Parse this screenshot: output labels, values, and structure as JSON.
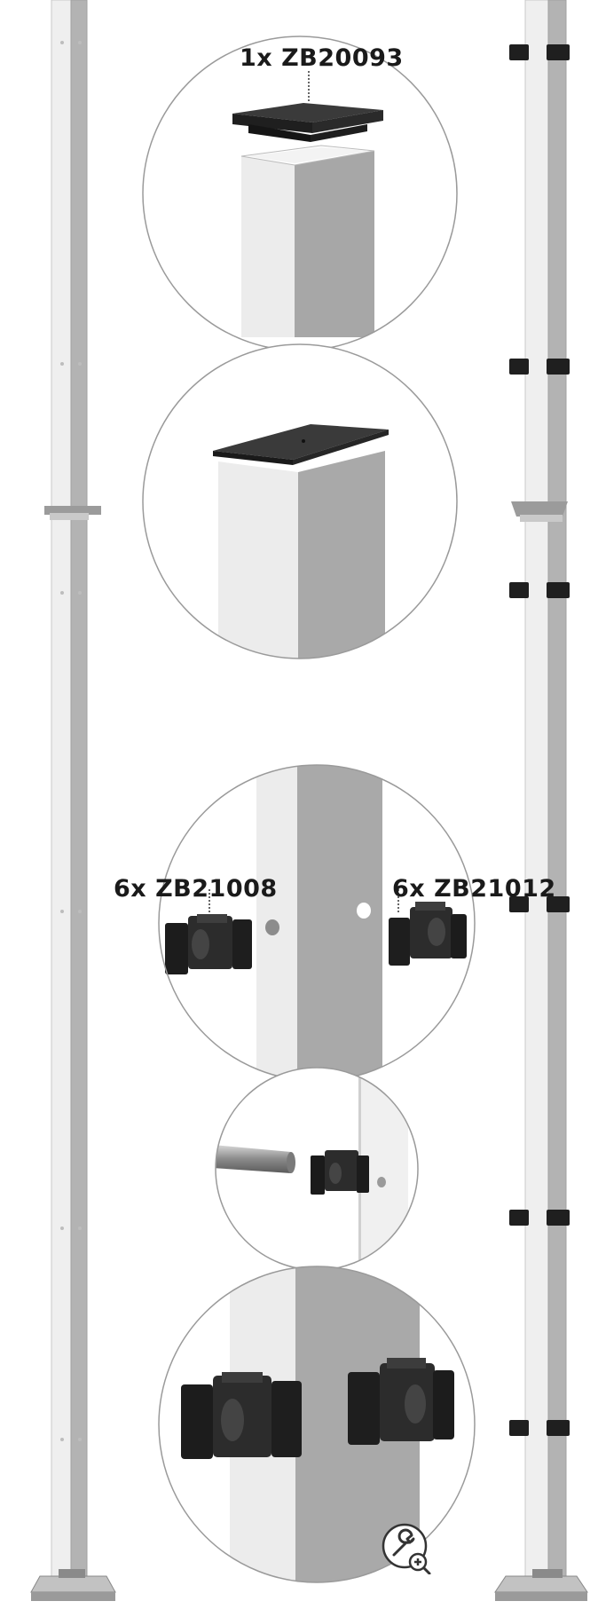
{
  "labels": {
    "cap_part": "1x ZB20093",
    "clip_left_part": "6x ZB21008",
    "clip_right_part": "6x ZB21012"
  },
  "colors": {
    "post_light": "#eeeeee",
    "post_shade": "#a9a9a9",
    "cap": "#2e2e2e",
    "clip": "#262626",
    "circle_stroke": "#9a9a9a"
  },
  "icons": {
    "zoom": "zoom-wrench-icon"
  }
}
